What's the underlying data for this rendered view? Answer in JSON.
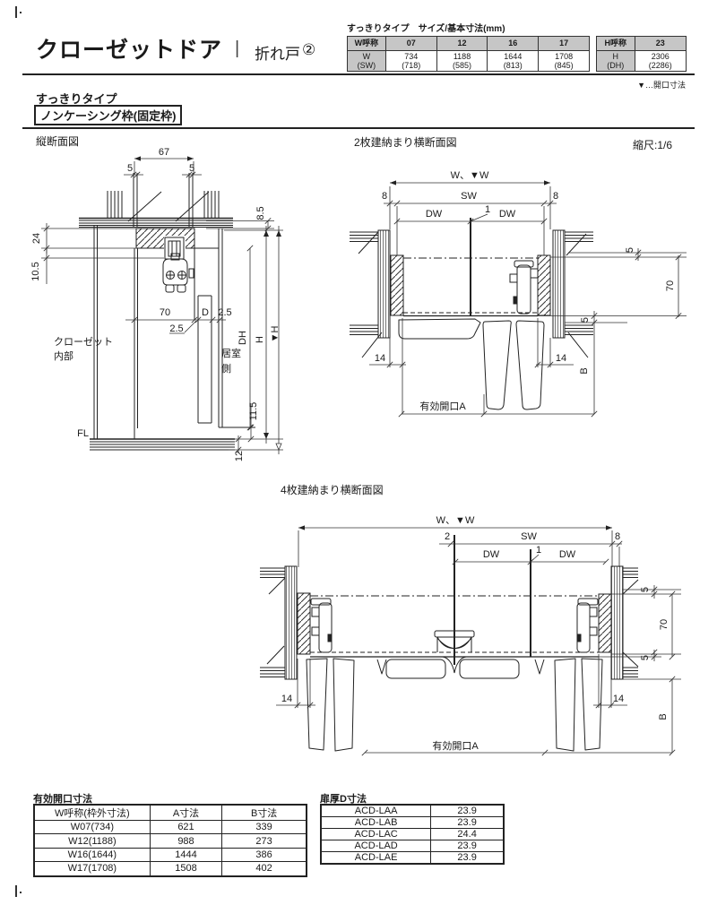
{
  "header": {
    "title": "クローゼットドア",
    "separator": "|",
    "subtitle": "折れ戸",
    "subtitle_num": "②",
    "opening_note": "▼…開口寸法",
    "type_label": "すっきりタイプ",
    "frame_label": "ノンケーシング枠(固定枠)"
  },
  "size_table": {
    "title": "すっきりタイプ　サイズ/基本寸法(mm)",
    "w_table": {
      "rows": [
        [
          "W呼称",
          "07",
          "12",
          "16",
          "17"
        ],
        [
          "W\n(SW)",
          "734\n(718)",
          "1188\n(585)",
          "1644\n(813)",
          "1708\n(845)"
        ]
      ]
    },
    "h_table": {
      "rows": [
        [
          "H呼称",
          "23"
        ],
        [
          "H\n(DH)",
          "2306\n(2286)"
        ]
      ]
    }
  },
  "drawing1": {
    "title": "縦断面図",
    "labels": {
      "d67": "67",
      "d5l": "5",
      "d5r": "5",
      "d85": "8.5",
      "d24": "24",
      "d105": "10.5",
      "d70": "70",
      "dD": "D",
      "d25a": "2.5",
      "d25b": "2.5",
      "closet1": "クローゼット",
      "closet2": "内部",
      "room1": "居室",
      "room2": "側",
      "dh": "DH",
      "h": "H",
      "vh": "▼H",
      "d115": "11.5",
      "fl": "FL",
      "d12": "12"
    }
  },
  "drawing2": {
    "title": "2枚建納まり横断面図",
    "scale": "縮尺:1/6",
    "labels": {
      "w": "W、▼W",
      "d8l": "8",
      "sw": "SW",
      "d8r": "8",
      "dwl": "DW",
      "one": "1",
      "dwr": "DW",
      "d14l": "14",
      "d14r": "14",
      "d5t": "5",
      "d70": "70",
      "d5b": "5",
      "b": "B",
      "opening": "有効開口A"
    }
  },
  "drawing3": {
    "title": "4枚建納まり横断面図",
    "labels": {
      "w": "W、▼W",
      "two": "2",
      "sw": "SW",
      "d8": "8",
      "dwl": "DW",
      "one": "1",
      "dwr": "DW",
      "d14l": "14",
      "d14r": "14",
      "d5t": "5",
      "d70": "70",
      "d5b": "5",
      "b": "B",
      "opening": "有効開口A"
    }
  },
  "opening_table": {
    "title": "有効開口寸法",
    "rows": [
      [
        "W呼称(枠外寸法)",
        "A寸法",
        "B寸法"
      ],
      [
        "W07(734)",
        "621",
        "339"
      ],
      [
        "W12(1188)",
        "988",
        "273"
      ],
      [
        "W16(1644)",
        "1444",
        "386"
      ],
      [
        "W17(1708)",
        "1508",
        "402"
      ]
    ]
  },
  "door_table": {
    "title": "扉厚D寸法",
    "rows": [
      [
        "ACD-LAA",
        "23.9"
      ],
      [
        "ACD-LAB",
        "23.9"
      ],
      [
        "ACD-LAC",
        "24.4"
      ],
      [
        "ACD-LAD",
        "23.9"
      ],
      [
        "ACD-LAE",
        "23.9"
      ]
    ]
  },
  "colors": {
    "header_cell_bg": "#c6c6c6",
    "line": "#222222"
  }
}
